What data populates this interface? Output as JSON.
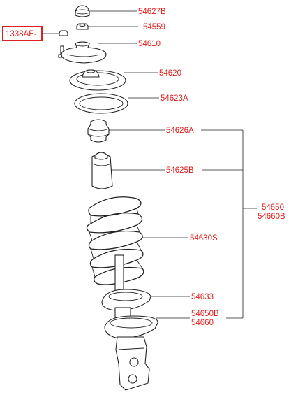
{
  "highlighted_label": "1338AE-",
  "parts": [
    {
      "id": "54627B",
      "text": "54627B"
    },
    {
      "id": "54559",
      "text": "54559"
    },
    {
      "id": "54610",
      "text": "54610"
    },
    {
      "id": "54620",
      "text": "54620"
    },
    {
      "id": "54623A",
      "text": "54623A"
    },
    {
      "id": "54626A",
      "text": "54626A"
    },
    {
      "id": "54625B",
      "text": "54625B"
    },
    {
      "id": "54630S",
      "text": "54630S"
    },
    {
      "id": "54633",
      "text": "54633"
    },
    {
      "id": "54650B",
      "text": "54650B"
    },
    {
      "id": "54660",
      "text": "54660"
    }
  ],
  "assembly": {
    "line1": "54650",
    "line2": "54660B"
  },
  "colors": {
    "label": "#e02020",
    "line": "#222222"
  }
}
